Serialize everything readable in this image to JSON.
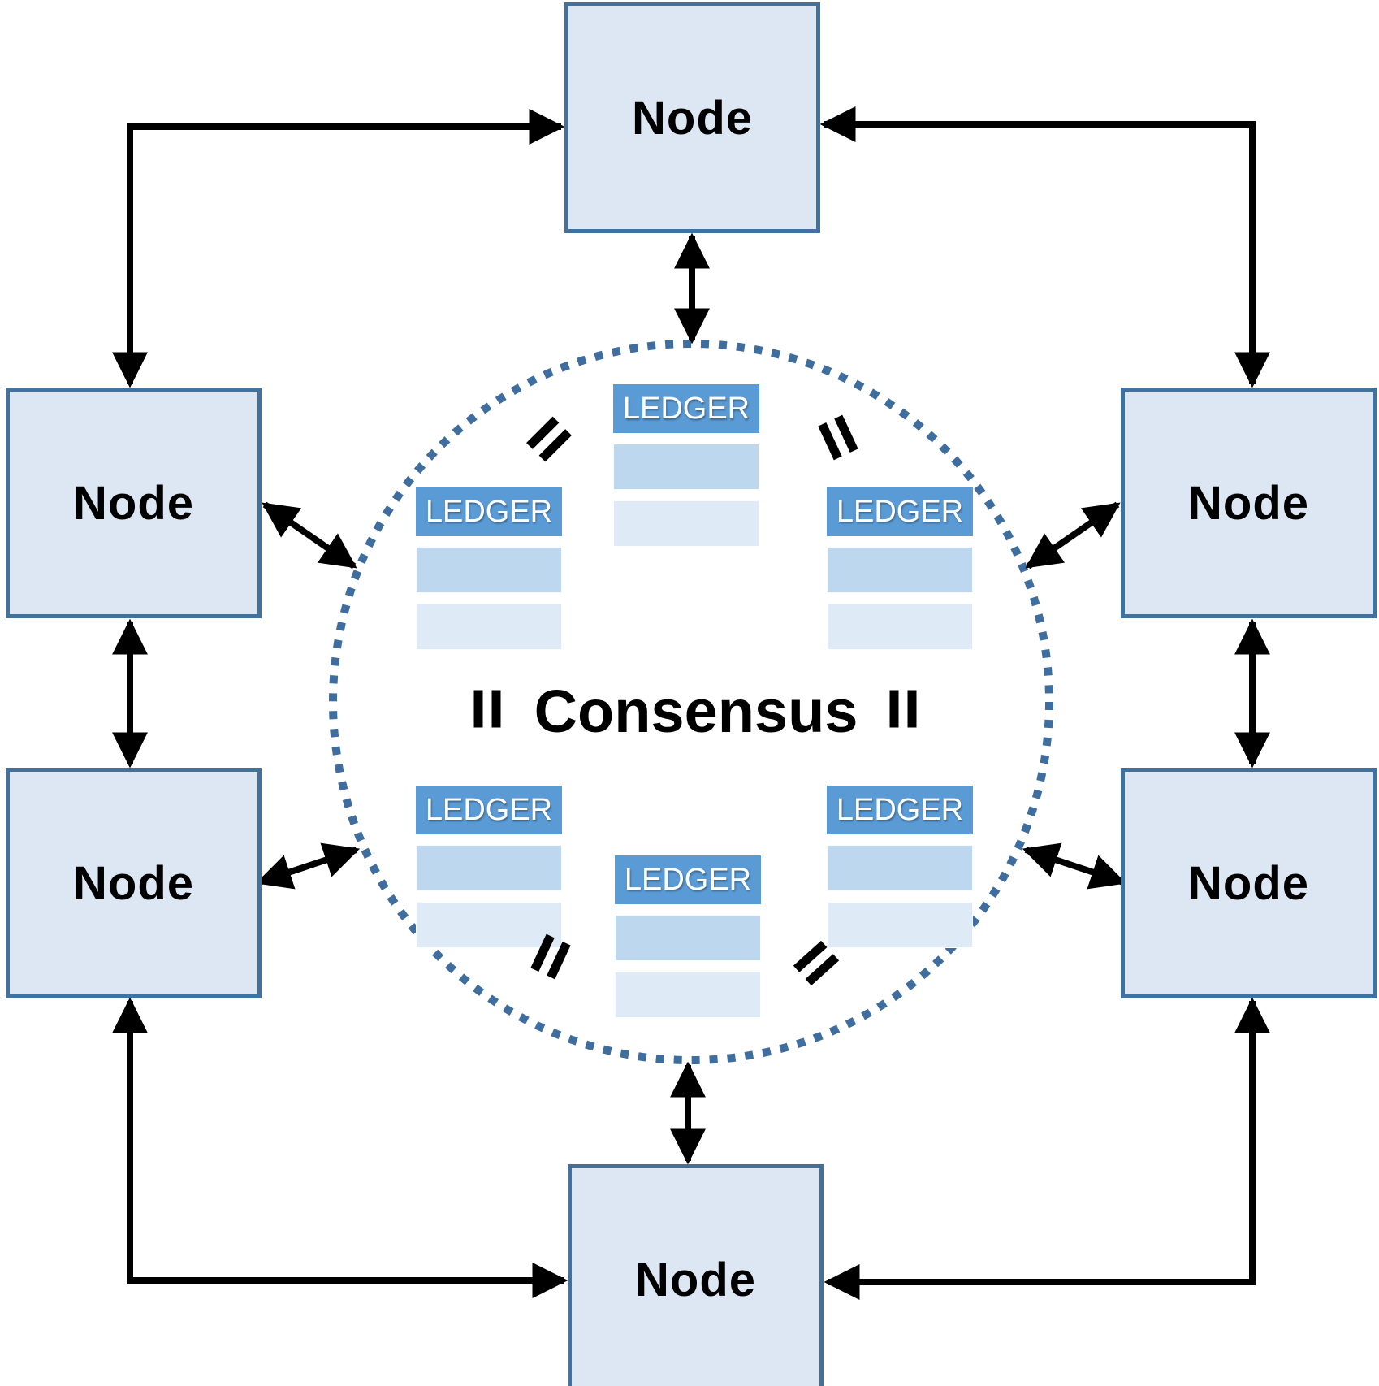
{
  "diagram": {
    "consensus_label": "Consensus",
    "equals_symbol": "=",
    "nodes": [
      {
        "id": "top",
        "label": "Node"
      },
      {
        "id": "upper-left",
        "label": "Node"
      },
      {
        "id": "upper-right",
        "label": "Node"
      },
      {
        "id": "lower-left",
        "label": "Node"
      },
      {
        "id": "lower-right",
        "label": "Node"
      },
      {
        "id": "bottom",
        "label": "Node"
      }
    ],
    "ledgers": [
      {
        "id": "top-center",
        "label": "LEDGER",
        "blank_rows": 2
      },
      {
        "id": "mid-left",
        "label": "LEDGER",
        "blank_rows": 2
      },
      {
        "id": "mid-right",
        "label": "LEDGER",
        "blank_rows": 2
      },
      {
        "id": "lower-left",
        "label": "LEDGER",
        "blank_rows": 2
      },
      {
        "id": "lower-right",
        "label": "LEDGER",
        "blank_rows": 2
      },
      {
        "id": "bottom-center",
        "label": "LEDGER",
        "blank_rows": 2
      }
    ],
    "colors": {
      "background": "#ffffff",
      "node_fill": "#dce7f3",
      "node_border": "#41719c",
      "node_text": "#000000",
      "ledger_header_fill": "#5b9bd5",
      "ledger_header_text": "#ffffff",
      "ledger_row_medium": "#bdd7ee",
      "ledger_row_light": "#deeaf6",
      "circle_dots": "#3e6d9e",
      "arrows": "#000000",
      "consensus_text": "#000000"
    }
  }
}
